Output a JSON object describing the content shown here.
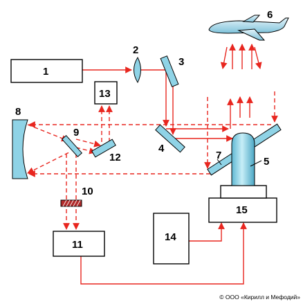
{
  "labels": {
    "n1": "1",
    "n2": "2",
    "n3": "3",
    "n4": "4",
    "n5": "5",
    "n6": "6",
    "n7": "7",
    "n8": "8",
    "n9": "9",
    "n10": "10",
    "n11": "11",
    "n12": "12",
    "n13": "13",
    "n14": "14",
    "n15": "15"
  },
  "copyright": "© ООО «Кирилл и Мефодий»",
  "colors": {
    "beam": "#e8261f",
    "optic": "#8fd3e6",
    "outline": "#000000"
  }
}
